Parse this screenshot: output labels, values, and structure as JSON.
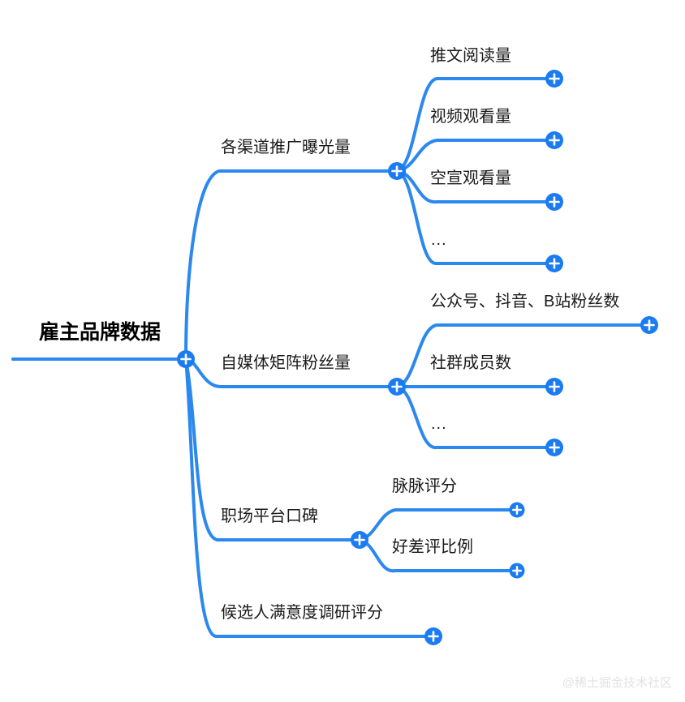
{
  "diagram": {
    "type": "mindmap",
    "title": "雇主品牌数据",
    "accent_color": "#2b88ef",
    "node_color": "#1b7bf0",
    "background_color": "#ffffff",
    "text_color": "#1a1a1a"
  },
  "root": {
    "label": "雇主品牌数据",
    "node_icon": "plus-circle-icon"
  },
  "branches": [
    {
      "label": "各渠道推广曝光量",
      "node_icon": "plus-circle-icon",
      "children": [
        {
          "label": "推文阅读量",
          "node_icon": "plus-circle-icon"
        },
        {
          "label": "视频观看量",
          "node_icon": "plus-circle-icon"
        },
        {
          "label": "空宣观看量",
          "node_icon": "plus-circle-icon"
        },
        {
          "label": "...",
          "node_icon": "plus-circle-icon"
        }
      ]
    },
    {
      "label": "自媒体矩阵粉丝量",
      "node_icon": "plus-circle-icon",
      "children": [
        {
          "label": "公众号、抖音、B站粉丝数",
          "node_icon": "plus-circle-icon"
        },
        {
          "label": "社群成员数",
          "node_icon": "plus-circle-icon"
        },
        {
          "label": "...",
          "node_icon": "plus-circle-icon"
        }
      ]
    },
    {
      "label": "职场平台口碑",
      "node_icon": "plus-circle-icon",
      "children": [
        {
          "label": "脉脉评分",
          "node_icon": "plus-circle-icon"
        },
        {
          "label": "好差评比例",
          "node_icon": "plus-circle-icon"
        }
      ]
    },
    {
      "label": "候选人满意度调研评分",
      "node_icon": "plus-circle-icon",
      "children": []
    }
  ],
  "watermark": {
    "text": "@稀土掘金技术社区"
  }
}
